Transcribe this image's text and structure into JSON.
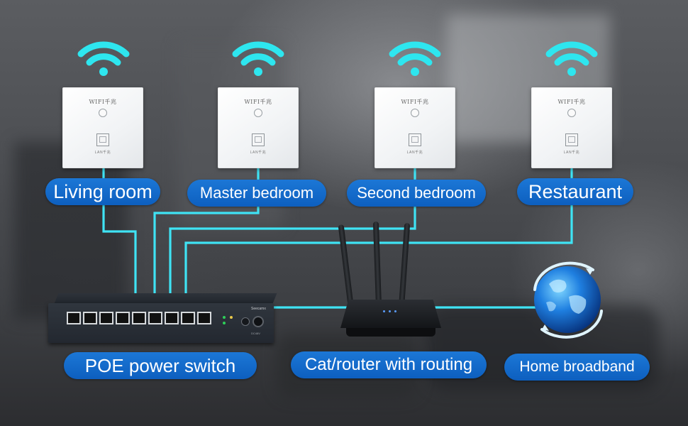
{
  "access_points": [
    {
      "label": "Living room",
      "brand_text": "WIFI千兆",
      "port_text": "LAN千兆"
    },
    {
      "label": "Master bedroom",
      "brand_text": "WIFI千兆",
      "port_text": "LAN千兆"
    },
    {
      "label": "Second bedroom",
      "brand_text": "WIFI千兆",
      "port_text": "LAN千兆"
    },
    {
      "label": "Restaurant",
      "brand_text": "WIFI千兆",
      "port_text": "LAN千兆"
    }
  ],
  "devices": {
    "switch_label": "POE power switch",
    "switch_brand": "Seecamx",
    "switch_dc": "DC48V",
    "router_label": "Cat/router with routing",
    "broadband_label": "Home broadband"
  },
  "colors": {
    "cable": "#3fe3f4",
    "wifi": "#2ee6ef",
    "pill": "#1269cc"
  },
  "icons": [
    "wifi-icon",
    "globe-icon",
    "router-antenna",
    "ethernet-port"
  ]
}
